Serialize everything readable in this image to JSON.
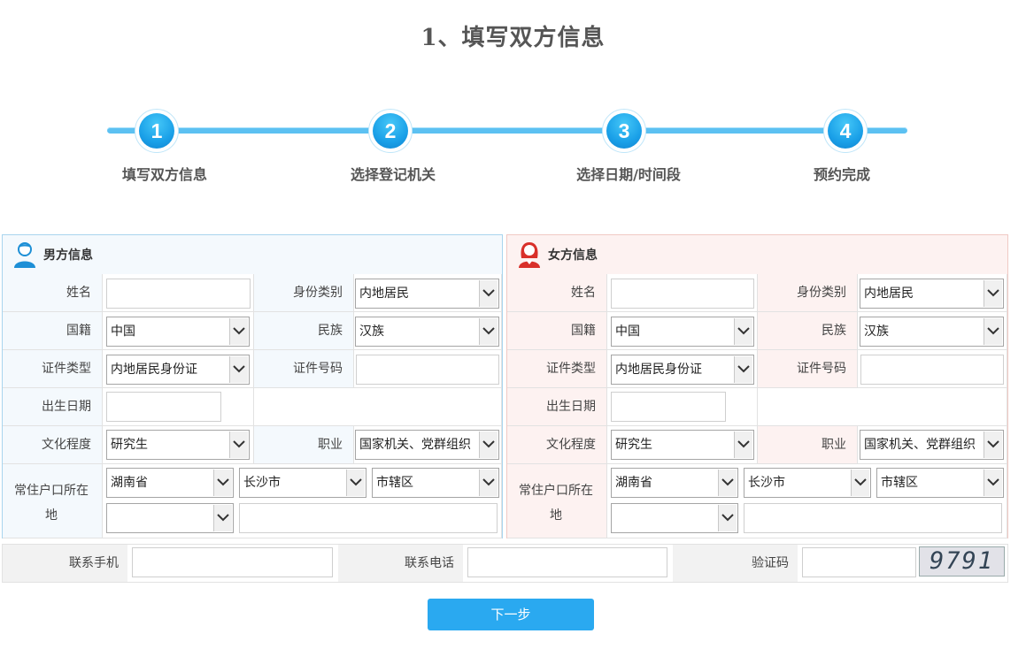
{
  "page_title": "1、填写双方信息",
  "steps": [
    {
      "num": "1",
      "label": "填写双方信息"
    },
    {
      "num": "2",
      "label": "选择登记机关"
    },
    {
      "num": "3",
      "label": "选择日期/时间段"
    },
    {
      "num": "4",
      "label": "预约完成"
    }
  ],
  "male": {
    "title": "男方信息",
    "name_label": "姓名",
    "id_category_label": "身份类别",
    "id_category_value": "内地居民",
    "nationality_label": "国籍",
    "nationality_value": "中国",
    "ethnicity_label": "民族",
    "ethnicity_value": "汉族",
    "cert_type_label": "证件类型",
    "cert_type_value": "内地居民身份证",
    "cert_no_label": "证件号码",
    "birth_label": "出生日期",
    "education_label": "文化程度",
    "education_value": "研究生",
    "occupation_label": "职业",
    "occupation_value": "国家机关、党群组织",
    "residence_label": "常住户口所在地",
    "province_value": "湖南省",
    "city_value": "长沙市",
    "district_value": "市辖区"
  },
  "female": {
    "title": "女方信息",
    "name_label": "姓名",
    "id_category_label": "身份类别",
    "id_category_value": "内地居民",
    "nationality_label": "国籍",
    "nationality_value": "中国",
    "ethnicity_label": "民族",
    "ethnicity_value": "汉族",
    "cert_type_label": "证件类型",
    "cert_type_value": "内地居民身份证",
    "cert_no_label": "证件号码",
    "birth_label": "出生日期",
    "education_label": "文化程度",
    "education_value": "研究生",
    "occupation_label": "职业",
    "occupation_value": "国家机关、党群组织",
    "residence_label": "常住户口所在地",
    "province_value": "湖南省",
    "city_value": "长沙市",
    "district_value": "市辖区"
  },
  "contact": {
    "mobile_label": "联系手机",
    "phone_label": "联系电话",
    "captcha_label": "验证码",
    "captcha_text": "9791"
  },
  "next_button": "下一步",
  "colors": {
    "accent": "#2aa9f0",
    "male_bg": "#f4f9fd",
    "female_bg": "#fdf2f1"
  },
  "icons": {
    "male": "male-user-icon",
    "female": "female-user-icon",
    "dropdown": "chevron-down-icon"
  }
}
